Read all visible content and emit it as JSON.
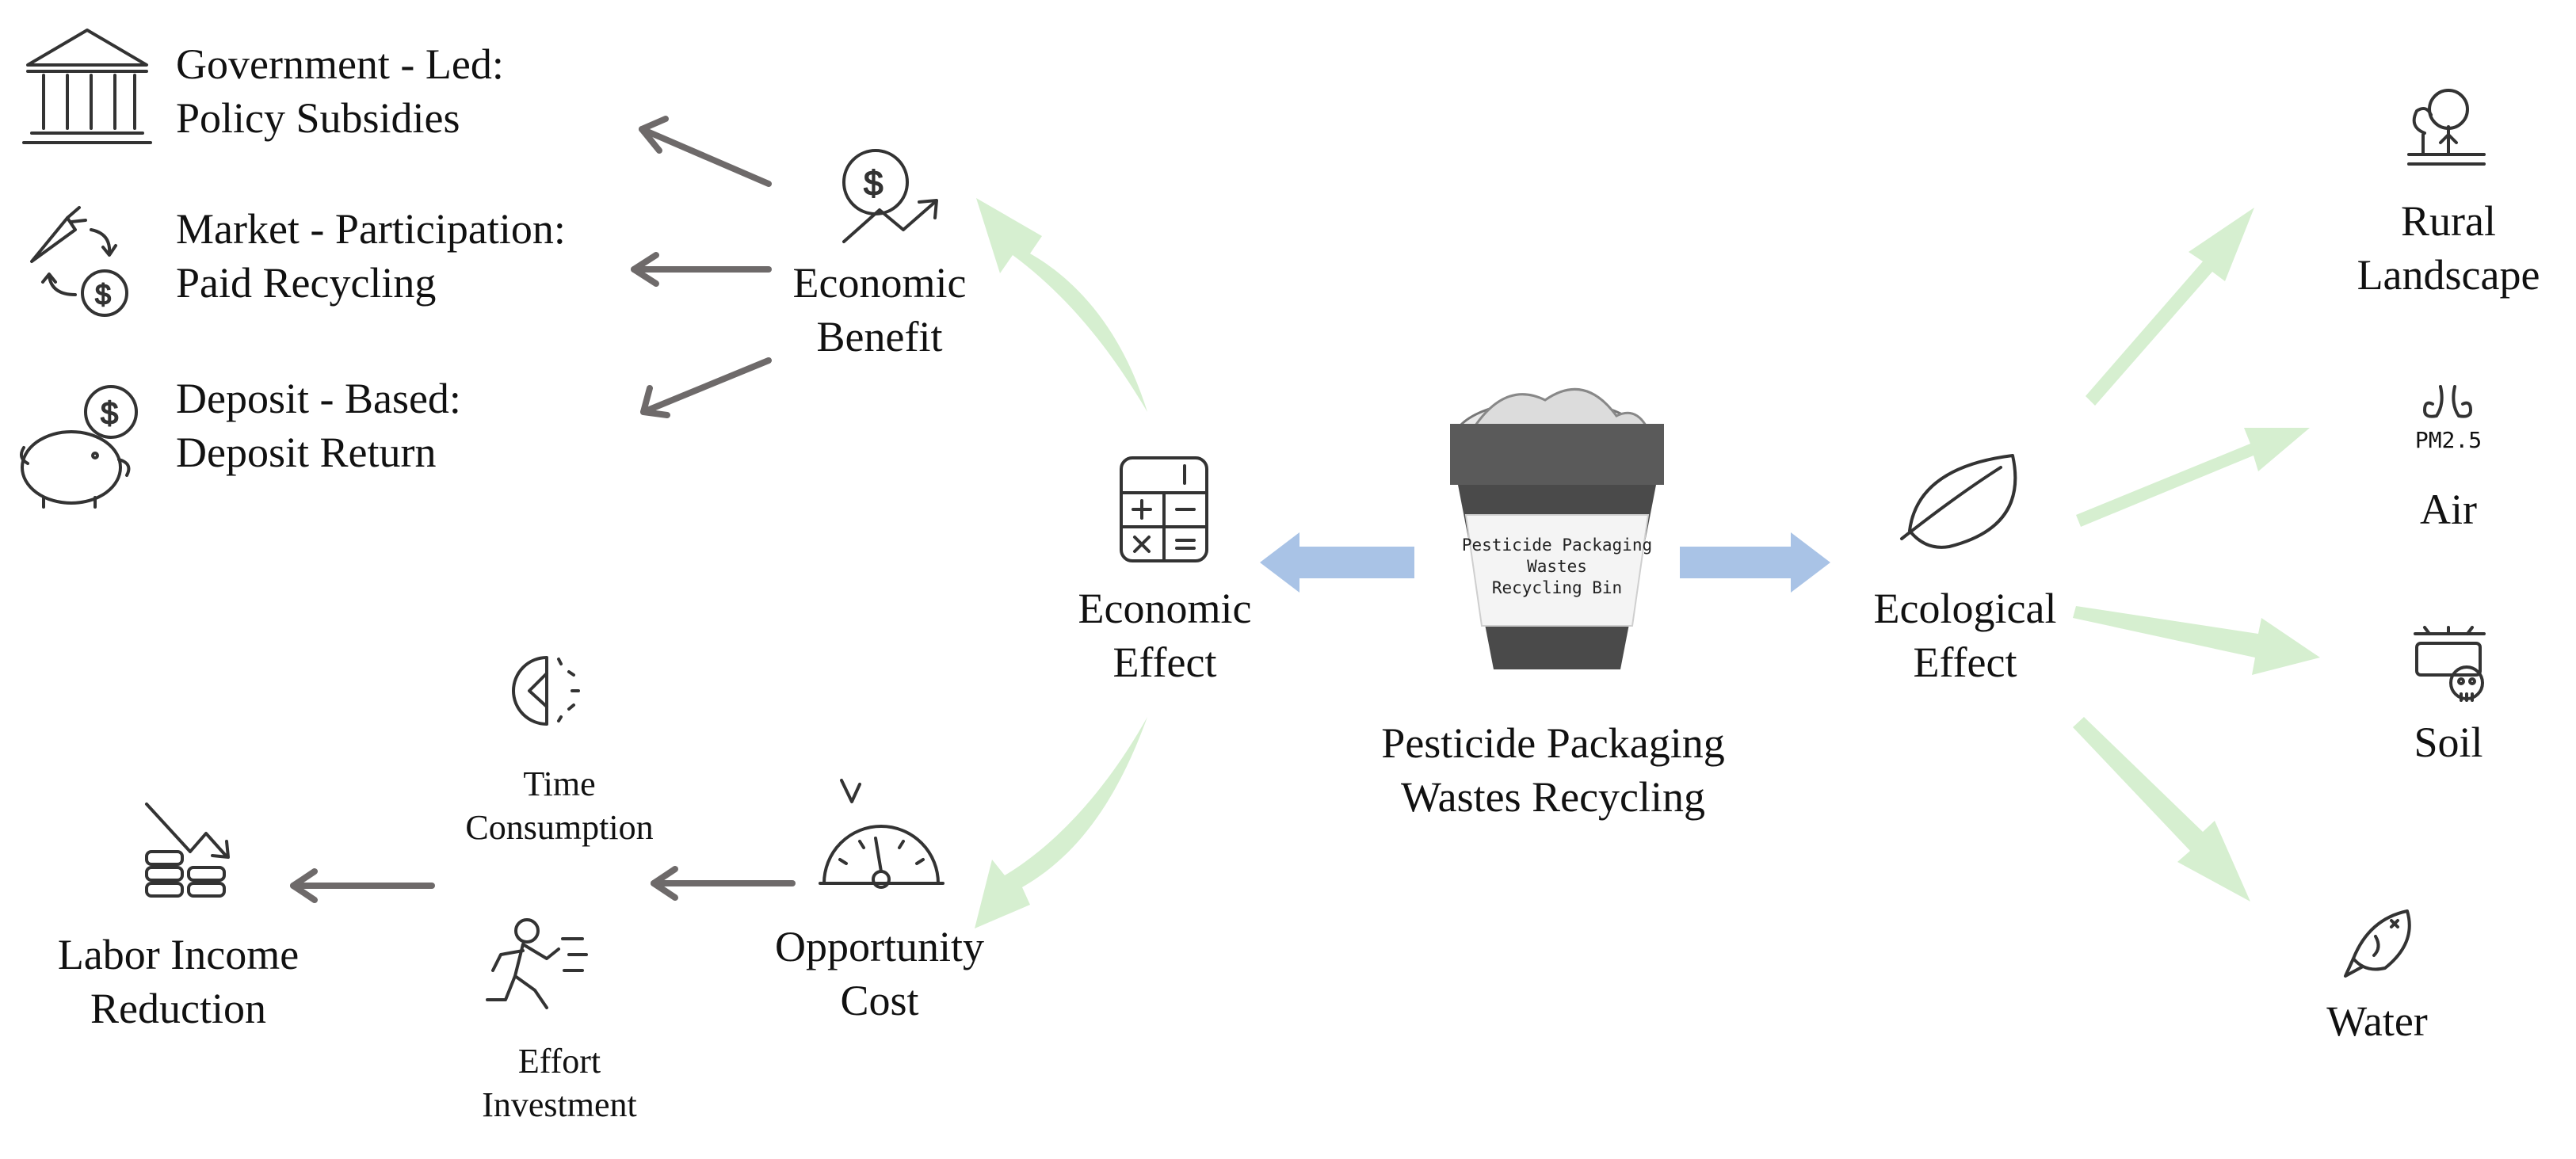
{
  "center": {
    "bin_label_lines": [
      "Pesticide Packaging",
      "Wastes",
      "Recycling Bin"
    ],
    "title_line1": "Pesticide Packaging",
    "title_line2": "Wastes Recycling"
  },
  "economic_effect": {
    "line1": "Economic",
    "line2": "Effect"
  },
  "ecological_effect": {
    "line1": "Ecological",
    "line2": "Effect"
  },
  "economic_benefit": {
    "line1": "Economic",
    "line2": "Benefit",
    "items": [
      {
        "line1": "Government - Led:",
        "line2": "Policy Subsidies",
        "icon": "government-building-icon"
      },
      {
        "line1": "Market - Participation:",
        "line2": "Paid Recycling",
        "icon": "market-exchange-icon"
      },
      {
        "line1": "Deposit - Based:",
        "line2": "Deposit Return",
        "icon": "piggy-bank-icon"
      }
    ]
  },
  "opportunity_cost": {
    "line1": "Opportunity",
    "line2": "Cost",
    "time_line1": "Time",
    "time_line2": "Consumption",
    "effort_line1": "Effort",
    "effort_line2": "Investment",
    "result_line1": "Labor Income",
    "result_line2": "Reduction"
  },
  "ecology_targets": [
    {
      "line1": "Rural",
      "line2": "Landscape",
      "icon": "tree-landscape-icon"
    },
    {
      "line1": "Air",
      "line2": "",
      "icon": "nose-pm25-icon",
      "badge": "PM2.5"
    },
    {
      "line1": "Soil",
      "line2": "",
      "icon": "soil-skull-icon"
    },
    {
      "line1": "Water",
      "line2": "",
      "icon": "dead-fish-icon"
    }
  ],
  "colors": {
    "grey_arrow": "#6e6a6a",
    "blue_arrow": "#a9c3e6",
    "green_arrow": "#d6efd0",
    "icon_stroke": "#333333"
  }
}
